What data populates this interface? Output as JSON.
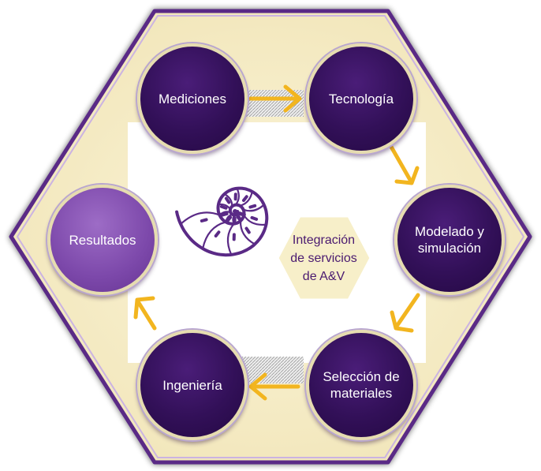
{
  "diagram": {
    "center_label": "Integración\nde servicios\nde A&V",
    "nodes": [
      {
        "key": "mediciones",
        "label": "Mediciones",
        "style": "dark"
      },
      {
        "key": "tecnologia",
        "label": "Tecnología",
        "style": "dark"
      },
      {
        "key": "modelado",
        "label": "Modelado y\nsimulación",
        "style": "dark"
      },
      {
        "key": "seleccion",
        "label": "Selección de\nmateriales",
        "style": "dark"
      },
      {
        "key": "ingenieria",
        "label": "Ingeniería",
        "style": "dark"
      },
      {
        "key": "resultados",
        "label": "Resultados",
        "style": "light"
      }
    ],
    "flow": [
      {
        "from": "Mediciones",
        "to": "Tecnología"
      },
      {
        "from": "Tecnología",
        "to": "Modelado y simulación"
      },
      {
        "from": "Modelado y simulación",
        "to": "Selección de materiales"
      },
      {
        "from": "Selección de materiales",
        "to": "Ingeniería"
      },
      {
        "from": "Ingeniería",
        "to": "Resultados"
      }
    ],
    "colors": {
      "hexagon_fill": "#f7efc9",
      "hexagon_stroke": "#5a2a86",
      "node_dark": "#321058",
      "node_light": "#7c48aa",
      "arrow": "#f2b51f",
      "spiral": "#5a2a86",
      "center_text": "#4a1a70"
    }
  }
}
